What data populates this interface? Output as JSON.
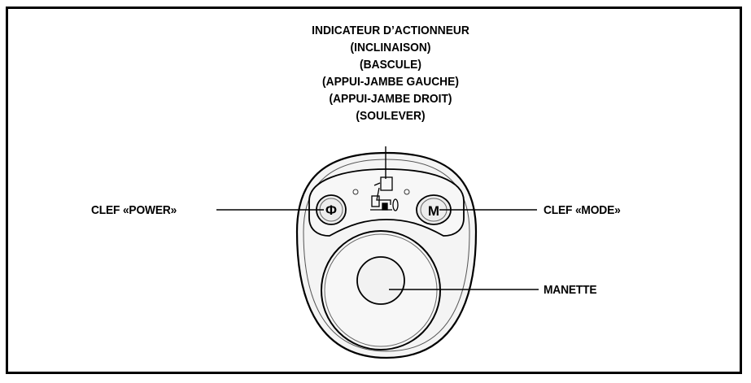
{
  "indicator": {
    "title": "INDICATEUR D’ACTIONNEUR",
    "modes": [
      "(INCLINAISON)",
      "(BASCULE)",
      "(APPUI-JAMBE GAUCHE)",
      "(APPUI-JAMBE DROIT)",
      "(SOULEVER)"
    ]
  },
  "labels": {
    "power": "CLEF «POWER»",
    "mode": "CLEF «MODE»",
    "joystick": "MANETTE"
  },
  "buttons": {
    "power_symbol": "Φ",
    "mode_letter": "M"
  }
}
